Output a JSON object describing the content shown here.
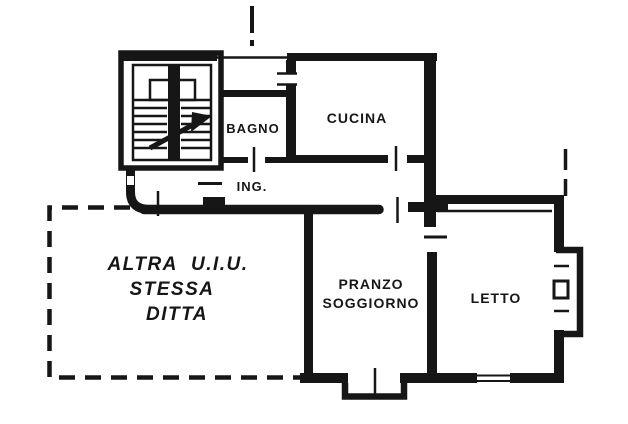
{
  "document": {
    "type": "floor-plan",
    "paper_color": "#ffffff",
    "ink_color": "#161616"
  },
  "rooms": {
    "bagno": {
      "label": "BAGNO"
    },
    "cucina": {
      "label": "CUCINA"
    },
    "ingresso": {
      "label": "ING."
    },
    "altra_uiu": {
      "line1": "ALTRA U.I.U.",
      "line2": "STESSA",
      "line3": "DITTA"
    },
    "pranzo_soggiorno": {
      "line1": "PRANZO",
      "line2": "SOGGIORNO"
    },
    "letto": {
      "label": "LETTO"
    }
  }
}
